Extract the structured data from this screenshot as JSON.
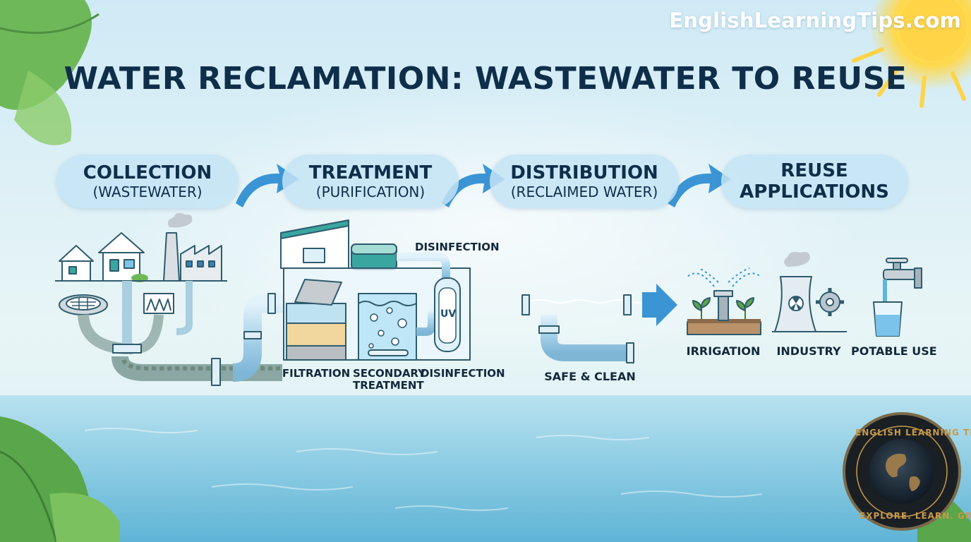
{
  "watermark": "EnglishLearningTips.com",
  "title": "WATER RECLAMATION: WASTEWATER TO REUSE",
  "stages": [
    {
      "main": "COLLECTION",
      "sub": "(WASTEWATER)"
    },
    {
      "main": "TREATMENT",
      "sub": "(PURIFICATION)"
    },
    {
      "main": "DISTRIBUTION",
      "sub": "(RECLAIMED WATER)"
    },
    {
      "main": "REUSE",
      "sub": "APPLICATIONS"
    }
  ],
  "treatment_labels": {
    "disinfection_top": "DISINFECTION",
    "filtration": "FILTRATION",
    "secondary_1": "SECONDARY",
    "secondary_2": "TREATMENT",
    "disinfection_bottom": "DISINFECTION",
    "uv": "UV"
  },
  "distribution_label": "SAFE & CLEAN",
  "reuse_labels": [
    "IRRIGATION",
    "INDUSTRY",
    "POTABLE USE"
  ],
  "badge": {
    "top": "ENGLISH LEARNING TIPS",
    "bottom": "EXPLORE. LEARN. GROW."
  },
  "colors": {
    "title": "#0f2e4a",
    "arrow": "#3b95d4",
    "pipe": "#a9d3ea",
    "water": "#7cc3ea",
    "pill": "#c4e4f5"
  }
}
